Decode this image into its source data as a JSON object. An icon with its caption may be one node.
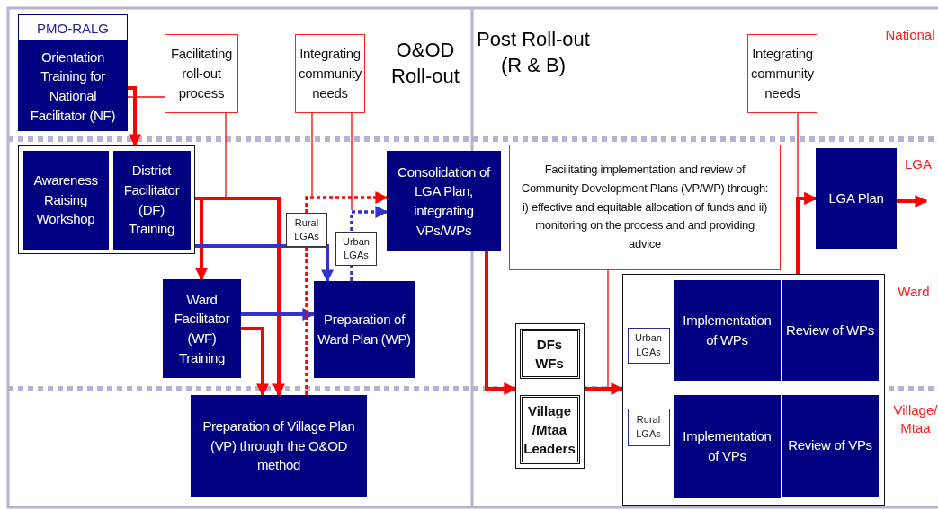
{
  "diagram": {
    "nodes": [
      {
        "text": [
          "PMO-RALG",
          "Orientation Training for National Facilitator (NF)"
        ]
      },
      {
        "text": [
          "Facilitating roll-out process"
        ]
      },
      {
        "text": [
          "Integrating community needs"
        ]
      },
      {
        "text": [],
        "shape": "box"
      },
      {
        "text": [
          "Awareness Raising Workshop"
        ],
        "in": 3
      },
      {
        "text": [
          "District Facilitator (DF) Training"
        ],
        "in": 3
      },
      {
        "text": [
          "Consolidation of LGA Plan, integrating VPs/WPs"
        ]
      },
      {
        "text": [
          "Ward Facilitator (WF) Training"
        ]
      },
      {
        "text": [
          "Preparation of Ward Plan (WP)"
        ]
      },
      {
        "text": [
          "Preparation of Village Plan (VP) through the O&OD method"
        ]
      },
      {
        "text": [
          "Integrating community needs"
        ]
      },
      {
        "text": [
          "Facilitating implementation and review of Community Development Plans (VP/WP) through: i) effective and equitable allocation of funds and ii) monitoring on the process and and providing advice"
        ]
      },
      {
        "text": [
          "LGA Plan"
        ]
      },
      {
        "text": [],
        "shape": "box"
      },
      {
        "text": [
          "DFs WFs"
        ],
        "in": 13
      },
      {
        "text": [
          "Village /Mtaa Leaders"
        ],
        "in": 13
      },
      {
        "text": [],
        "shape": "box"
      },
      {
        "text": [
          "Urban LGAs"
        ],
        "in": 16
      },
      {
        "text": [
          "Implementation of WPs"
        ],
        "in": 16
      },
      {
        "text": [
          "Review of WPs"
        ],
        "in": 16
      },
      {
        "text": [
          "Rural LGAs"
        ],
        "in": 16
      },
      {
        "text": [
          "Implementation of VPs"
        ],
        "in": 16
      },
      {
        "text": [
          "Review of VPs"
        ],
        "in": 16
      }
    ],
    "edges": [
      {
        "from": 0,
        "to": 3,
        "arrow": "to"
      },
      {
        "from": 1,
        "to": 0,
        "arrow": "none"
      },
      {
        "from": 1,
        "to": null,
        "arrow": "none"
      },
      {
        "from": 5,
        "to": 7,
        "arrow": "to"
      },
      {
        "from": 5,
        "to": 9,
        "arrow": "to"
      },
      {
        "from": 5,
        "to": 8,
        "arrow": "to",
        "color": "#3333cc"
      },
      {
        "from": 7,
        "to": 8,
        "arrow": "to",
        "color": "#3333cc"
      },
      {
        "from": 7,
        "to": 9,
        "arrow": "to"
      },
      {
        "from": 9,
        "to": 6,
        "arrow": "to",
        "style": "dashed",
        "label": "Rural LGAs"
      },
      {
        "from": 8,
        "to": 6,
        "arrow": "to",
        "style": "dashed",
        "color": "#3333cc",
        "label": "Urban LGAs"
      },
      {
        "from": 2,
        "to": null,
        "arrow": "none"
      },
      {
        "from": 2,
        "to": null,
        "arrow": "none"
      },
      {
        "from": 6,
        "to": 13,
        "arrow": "to"
      },
      {
        "from": 13,
        "to": 16,
        "arrow": "to"
      },
      {
        "from": 11,
        "to": null,
        "arrow": "none"
      },
      {
        "from": 10,
        "to": 12,
        "arrow": "to"
      },
      {
        "from": 16,
        "to": 12,
        "arrow": "to"
      },
      {
        "from": 12,
        "to": null,
        "arrow": "to"
      }
    ],
    "labels": [
      "O&OD Roll-out",
      "Post Roll-out (R & B)",
      "National",
      "LGA",
      "Ward",
      "Village/ Mtaa"
    ]
  }
}
